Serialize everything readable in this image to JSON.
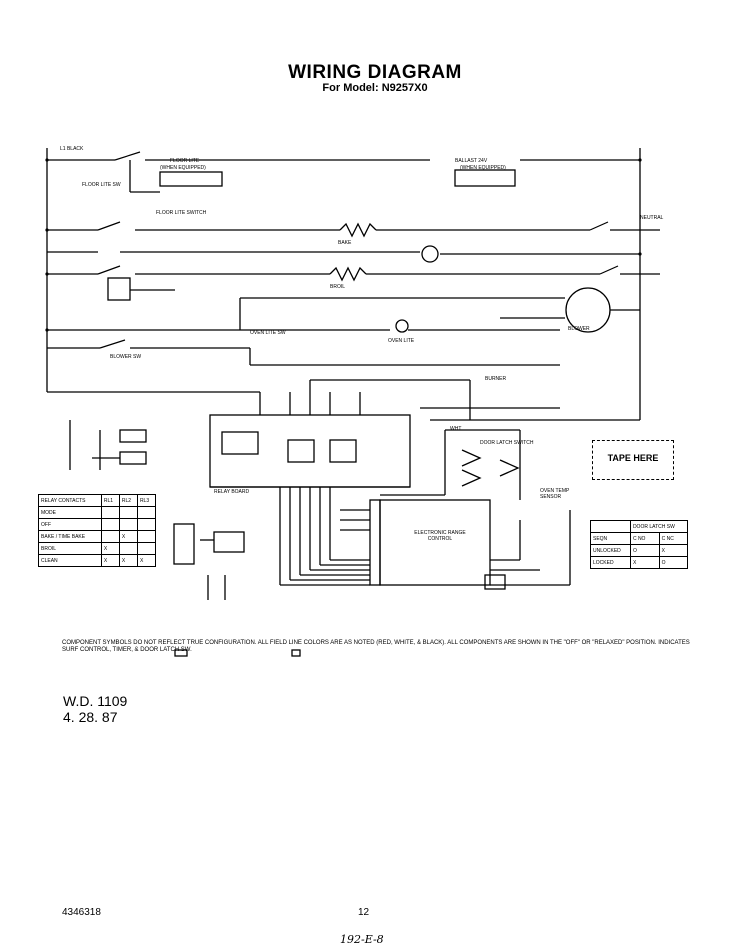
{
  "header": {
    "title": "WIRING DIAGRAM",
    "subtitle": "For Model: N9257X0"
  },
  "labels": {
    "black": "L1 BLACK",
    "floor_lite": "FLOOR LITE",
    "when_equipped": "(WHEN EQUIPPED)",
    "floor_lite_sw": "FLOOR LITE SW",
    "floor_lite_switch": "FLOOR LITE SWITCH",
    "ballast": "BALLAST 24V",
    "broil": "BROIL",
    "bake": "BAKE",
    "oven_lite": "OVEN LITE",
    "oven_lite_sw": "OVEN LITE SW",
    "blower_sw": "BLOWER SW",
    "blower": "BLOWER",
    "burner": "BURNER",
    "door_latch_switch": "DOOR LATCH SWITCH",
    "oven_temp_sensor": "OVEN TEMP SENSOR",
    "relay_board": "RELAY BOARD",
    "electronic_range_control": "ELECTRONIC RANGE CONTROL",
    "tape_here": "TAPE HERE",
    "neutral": "NEUTRAL",
    "wht": "WHT"
  },
  "relay_table": {
    "headers": [
      "RELAY CONTACTS",
      "RL1",
      "RL2",
      "RL3"
    ],
    "rows": [
      [
        "MODE",
        "",
        "",
        ""
      ],
      [
        "OFF",
        "",
        "",
        ""
      ],
      [
        "BAKE / TIME BAKE",
        "",
        "X",
        ""
      ],
      [
        "BROIL",
        "X",
        "",
        ""
      ],
      [
        "CLEAN",
        "X",
        "X",
        "X"
      ]
    ]
  },
  "door_table": {
    "headers": [
      "",
      "DOOR LATCH SW",
      ""
    ],
    "sub": [
      "SEQN",
      "C NO",
      "C NC"
    ],
    "rows": [
      [
        "UNLOCKED",
        "O",
        "X"
      ],
      [
        "LOCKED",
        "X",
        "O"
      ]
    ]
  },
  "note": "COMPONENT SYMBOLS DO NOT REFLECT TRUE CONFIGURATION. ALL FIELD LINE COLORS ARE AS NOTED (RED, WHITE, & BLACK). ALL COMPONENTS ARE SHOWN IN THE \"OFF\" OR \"RELAXED\" POSITION.",
  "legend": "INDICATES SURF CONTROL, TIMER, & DOOR LATCH SW.",
  "wd": {
    "line1": "W.D. 1109",
    "line2": "4. 28. 87"
  },
  "footer": {
    "part_number": "4346318",
    "page": "12",
    "handwritten": "192-E-8"
  }
}
